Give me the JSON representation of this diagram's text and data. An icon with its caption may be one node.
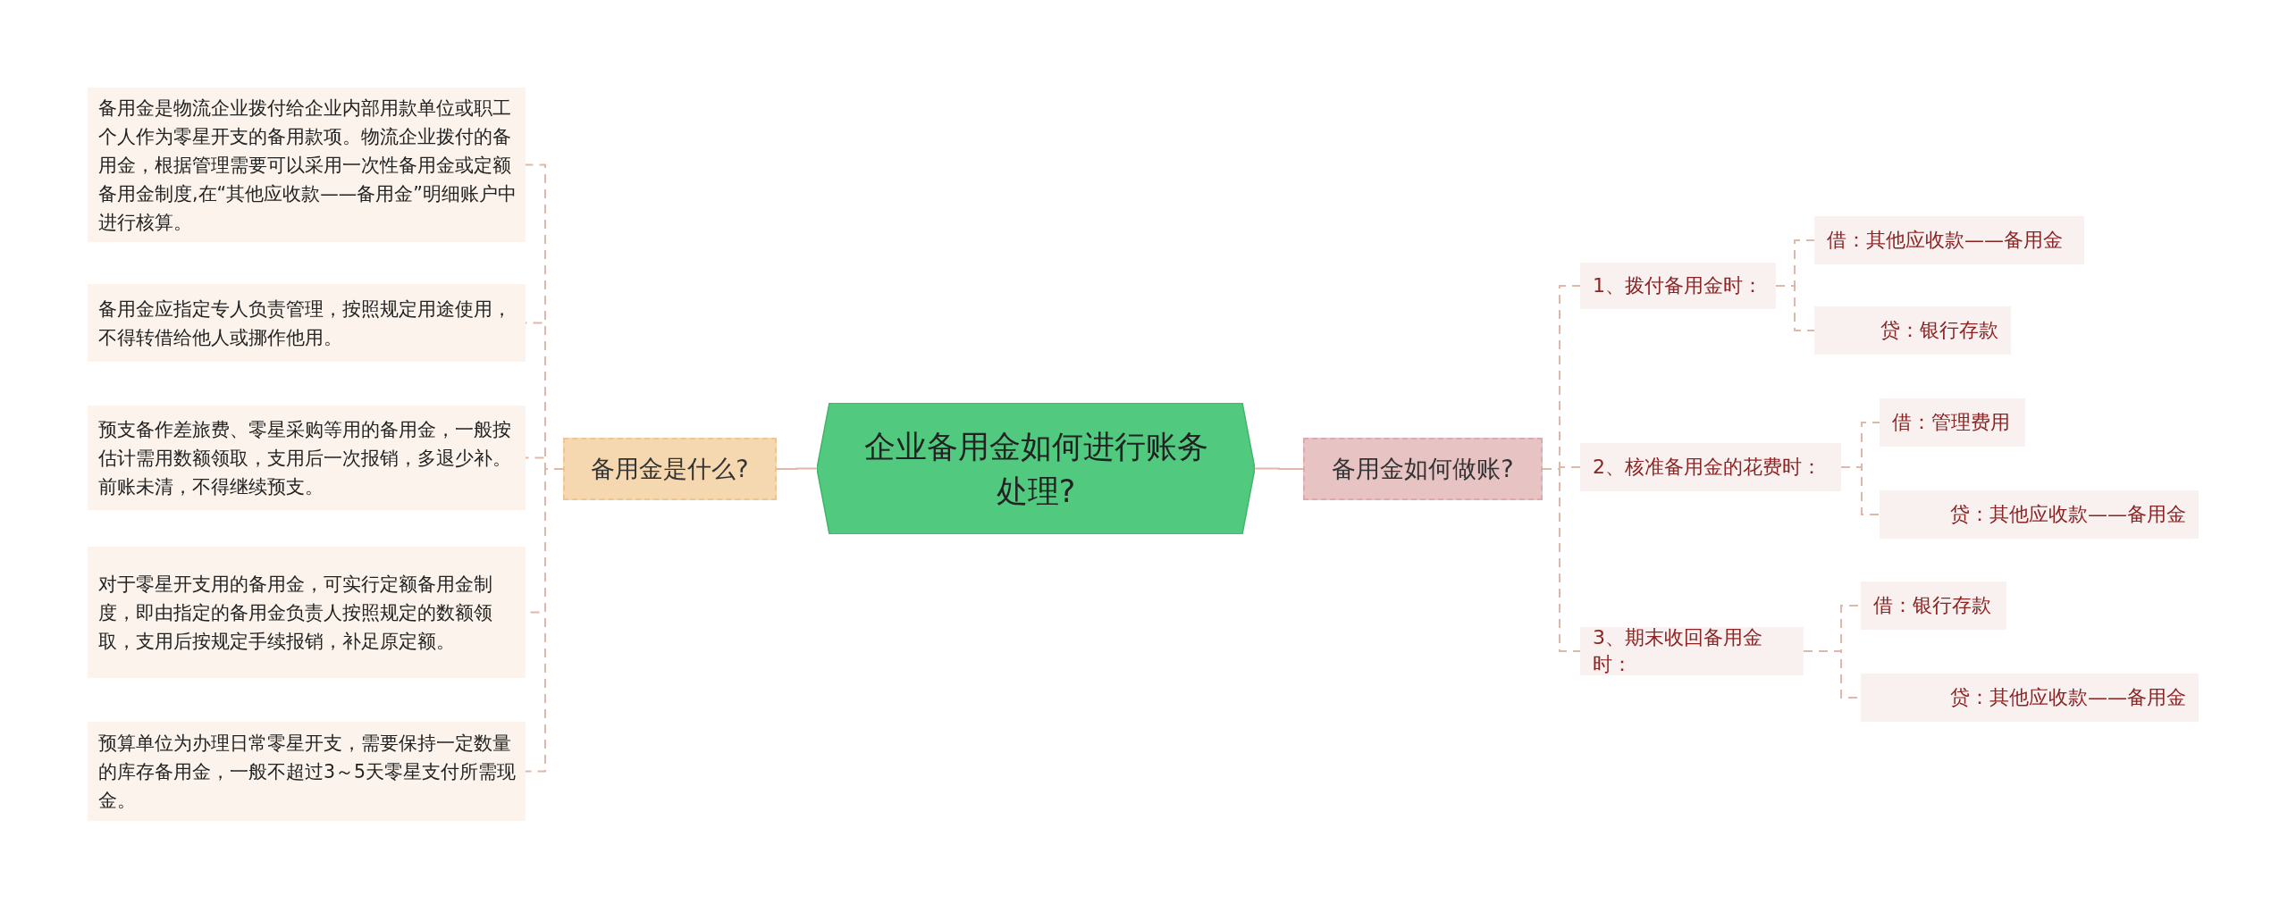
{
  "diagram": {
    "nodes": [
      {
        "text": [
          "企业备用金如何进行账务处理?"
        ]
      },
      {
        "text": [
          "备用金是什么?"
        ]
      },
      {
        "text": [
          "备用金是物流企业拨付给企业内部用款单位或职工个人作为零星开支的备用款项。物流企业拨付的备用金，根据管理需要可以采用一次性备用金或定额备用金制度,在“其他应收款——备用金”明细账户中进行核算。"
        ]
      },
      {
        "text": [
          "备用金应指定专人负责管理，按照规定用途使用，不得转借给他人或挪作他用。"
        ]
      },
      {
        "text": [
          "预支备作差旅费、零星采购等用的备用金，一般按估计需用数额领取，支用后一次报销，多退少补。前账未清，不得继续预支。"
        ]
      },
      {
        "text": [
          "对于零星开支用的备用金，可实行定额备用金制度，即由指定的备用金负责人按照规定的数额领取，支用后按规定手续报销，补足原定额。"
        ]
      },
      {
        "text": [
          "预算单位为办理日常零星开支，需要保持一定数量的库存备用金，一般不超过3～5天零星支付所需现金。"
        ]
      },
      {
        "text": [
          "备用金如何做账?"
        ]
      },
      {
        "text": [
          "1、拨付备用金时："
        ]
      },
      {
        "text": [
          "借：其他应收款——备用金"
        ]
      },
      {
        "text": [
          "贷：银行存款"
        ]
      },
      {
        "text": [
          "2、核准备用金的花费时："
        ]
      },
      {
        "text": [
          "借：管理费用"
        ]
      },
      {
        "text": [
          "贷：其他应收款——备用金"
        ]
      },
      {
        "text": [
          "3、期末收回备用金时："
        ]
      },
      {
        "text": [
          "借：银行存款"
        ]
      },
      {
        "text": [
          "贷：其他应收款——备用金"
        ]
      }
    ],
    "edges": [
      {
        "from": 0,
        "to": 1,
        "arrow": "none"
      },
      {
        "from": 1,
        "to": 2,
        "arrow": "none",
        "style": "dashed"
      },
      {
        "from": 1,
        "to": 3,
        "arrow": "none",
        "style": "dashed"
      },
      {
        "from": 1,
        "to": 4,
        "arrow": "none",
        "style": "dashed"
      },
      {
        "from": 1,
        "to": 5,
        "arrow": "none",
        "style": "dashed"
      },
      {
        "from": 1,
        "to": 6,
        "arrow": "none",
        "style": "dashed"
      },
      {
        "from": 0,
        "to": 7,
        "arrow": "none"
      },
      {
        "from": 7,
        "to": 8,
        "arrow": "none",
        "style": "dashed"
      },
      {
        "from": 7,
        "to": 11,
        "arrow": "none",
        "style": "dashed"
      },
      {
        "from": 7,
        "to": 14,
        "arrow": "none",
        "style": "dashed"
      },
      {
        "from": 8,
        "to": 9,
        "arrow": "none",
        "style": "dashed"
      },
      {
        "from": 8,
        "to": 10,
        "arrow": "none",
        "style": "dashed"
      },
      {
        "from": 11,
        "to": 12,
        "arrow": "none",
        "style": "dashed"
      },
      {
        "from": 11,
        "to": 13,
        "arrow": "none",
        "style": "dashed"
      },
      {
        "from": 14,
        "to": 15,
        "arrow": "none",
        "style": "dashed"
      },
      {
        "from": 14,
        "to": 16,
        "arrow": "none",
        "style": "dashed"
      }
    ]
  }
}
